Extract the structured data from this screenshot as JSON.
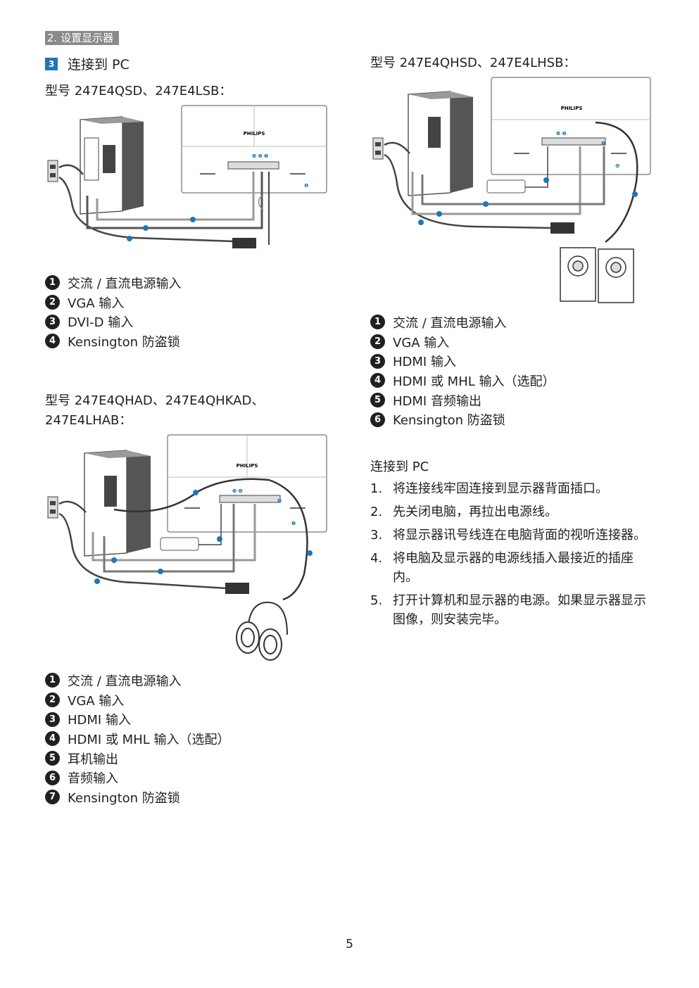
{
  "section_tag": "2. 设置显示器",
  "subsection": {
    "number": "3",
    "title": "连接到 PC"
  },
  "diagram1": {
    "model": "型号 247E4QSD、247E4LSB：",
    "brand": "PHILIPS",
    "legend": [
      {
        "n": "1",
        "label": "交流 / 直流电源输入"
      },
      {
        "n": "2",
        "label": "VGA 输入"
      },
      {
        "n": "3",
        "label": "DVI-D 输入"
      },
      {
        "n": "4",
        "label": "Kensington 防盗锁"
      }
    ]
  },
  "diagram2": {
    "model_line1": "型号 247E4QHAD、247E4QHKAD、",
    "model_line2": "247E4LHAB：",
    "brand": "PHILIPS",
    "legend": [
      {
        "n": "1",
        "label": "交流 / 直流电源输入"
      },
      {
        "n": "2",
        "label": "VGA 输入"
      },
      {
        "n": "3",
        "label": "HDMI 输入"
      },
      {
        "n": "4",
        "label": "HDMI 或 MHL 输入（选配）"
      },
      {
        "n": "5",
        "label": "耳机输出"
      },
      {
        "n": "6",
        "label": "音频输入"
      },
      {
        "n": "7",
        "label": "Kensington 防盗锁"
      }
    ]
  },
  "diagram3": {
    "model": "型号 247E4QHSD、247E4LHSB：",
    "brand": "PHILIPS",
    "legend": [
      {
        "n": "1",
        "label": "交流 / 直流电源输入"
      },
      {
        "n": "2",
        "label": "VGA 输入"
      },
      {
        "n": "3",
        "label": "HDMI 输入"
      },
      {
        "n": "4",
        "label": "HDMI 或 MHL 输入（选配）"
      },
      {
        "n": "5",
        "label": "HDMI 音频输出"
      },
      {
        "n": "6",
        "label": "Kensington 防盗锁"
      }
    ]
  },
  "connect": {
    "title": "连接到 PC",
    "steps": [
      {
        "n": "1.",
        "text": "将连接线牢固连接到显示器背面插口。"
      },
      {
        "n": "2.",
        "text": "先关闭电脑，再拉出电源线。"
      },
      {
        "n": "3.",
        "text": "将显示器讯号线连在电脑背面的视听连接器。"
      },
      {
        "n": "4.",
        "text": "将电脑及显示器的电源线插入最接近的插座内。"
      },
      {
        "n": "5.",
        "text": "打开计算机和显示器的电源。如果显示器显示图像，则安装完毕。"
      }
    ]
  },
  "page_number": "5"
}
